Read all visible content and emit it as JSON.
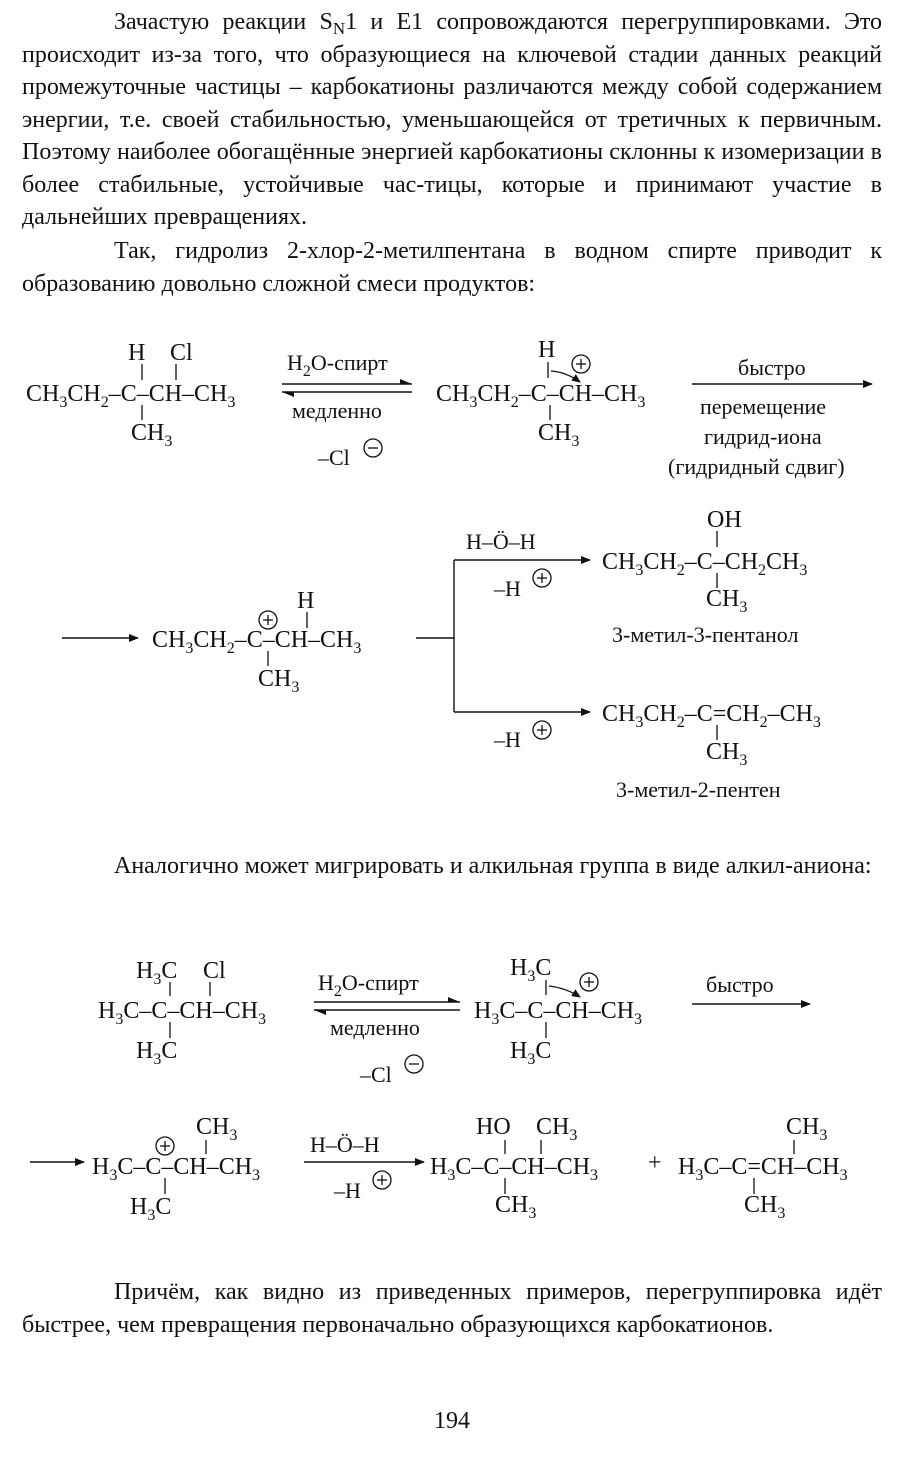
{
  "paragraphs": {
    "p1": {
      "a": "Зачастую реакции S",
      "sub": "N",
      "b": "1 и E1 сопровождаются перегруппировками. Это происходит из-за того, что образующиеся на ключевой стадии данных реакций промежуточные частицы – карбокатионы различаются между собой содержанием энергии, т.е. своей стабильностью, уменьшающейся от третичных к первичным. Поэтому наиболее обогащённые энергией карбокатионы склонны к изомеризации в более стабильные, устойчивые час-тицы, которые и принимают участие в дальнейших превращениях."
    },
    "p2": "Так, гидролиз 2-хлор-2-метилпентана в водном спирте приводит к образованию довольно сложной смеси продуктов:",
    "p3": "Аналогично может мигрировать и алкильная группа в виде алкил-аниона:",
    "p4": "Причём, как видно из приведенных примеров, перегруппировка идёт быстрее, чем превращения первоначально образующихся карбокатионов."
  },
  "scheme1": {
    "reagent_top": "Н",
    "reagent_top_sub": "2",
    "reagent_top_rest": "О-спирт",
    "reagent_bottom": "медленно",
    "leaving": "–Cl",
    "fast": "быстро",
    "shift_line1": "перемещение",
    "shift_line2": "гидрид-иона",
    "shift_line3": "(гидридный сдвиг)",
    "water": "Н–Ö–Н",
    "minus_h": "–Н",
    "product1_name": "3-метил-3-пентанол",
    "product2_name": "3-метил-2-пентен"
  },
  "scheme2": {
    "reagent_top": "Н",
    "reagent_top_sub": "2",
    "reagent_top_rest": "О-спирт",
    "reagent_bottom": "медленно",
    "leaving": "–Cl",
    "fast": "быстро",
    "water": "Н–Ö–Н",
    "minus_h": "–Н"
  },
  "page_number": "194"
}
